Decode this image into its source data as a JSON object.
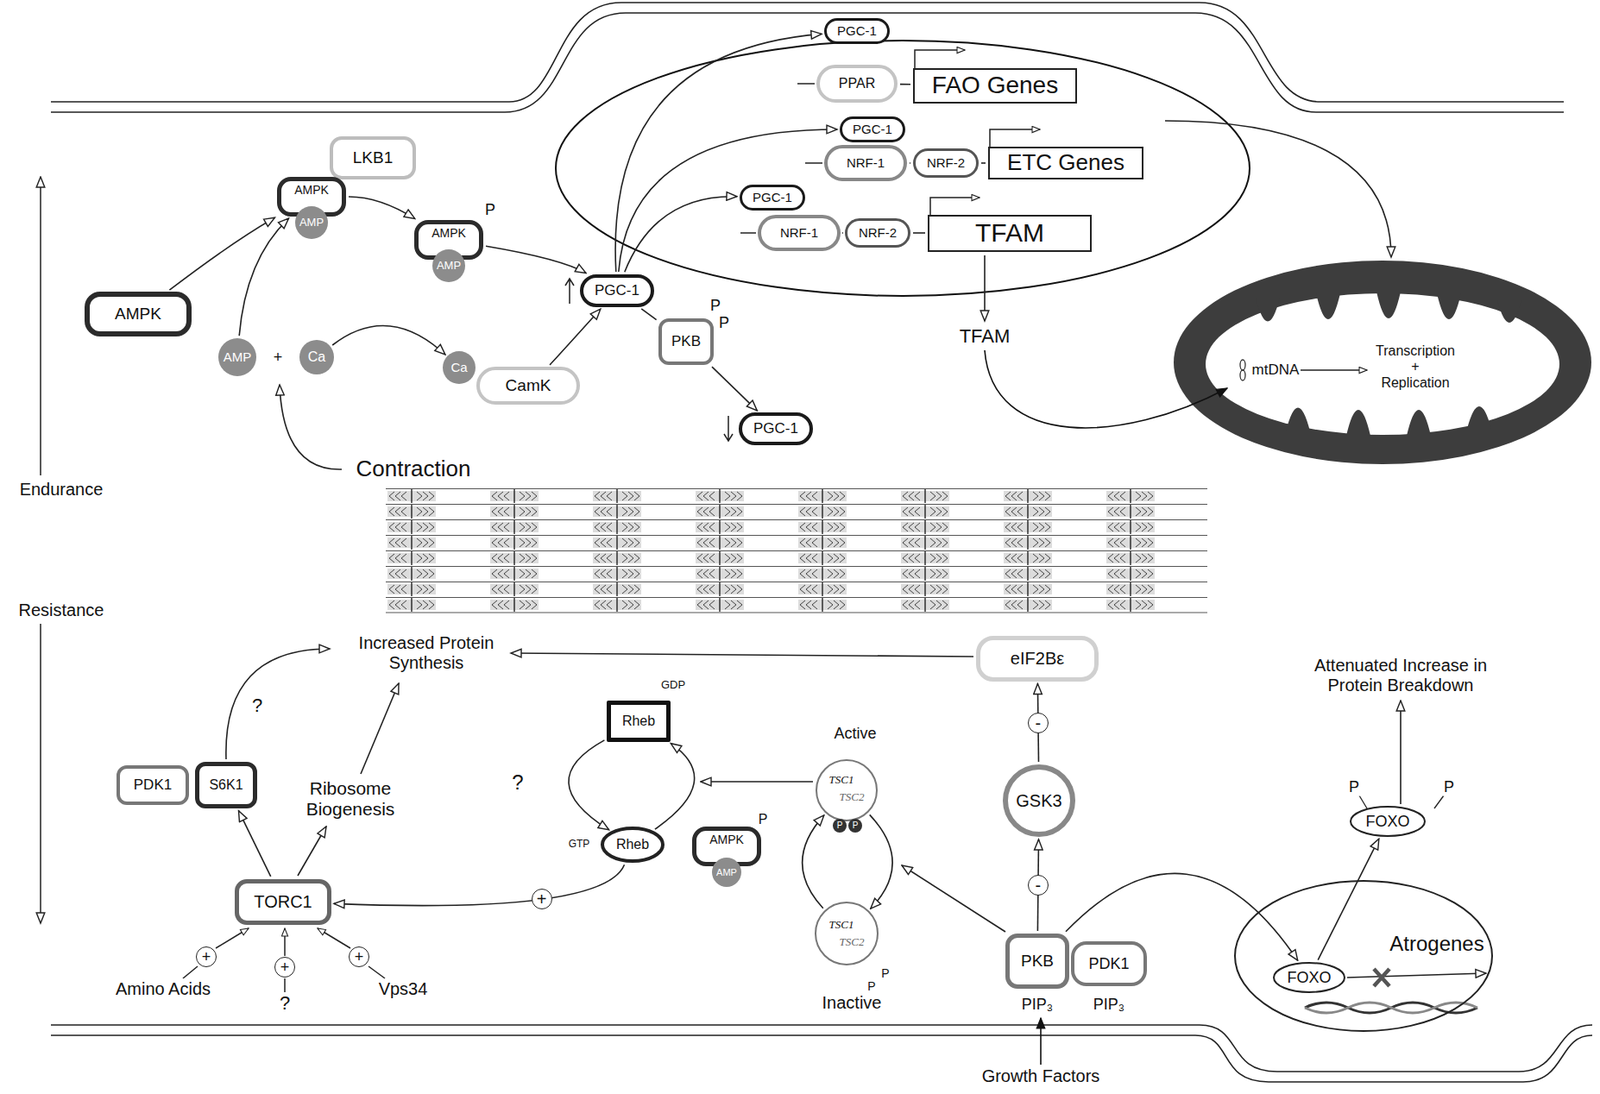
{
  "diagram": {
    "nodes": [
      {
        "text": [
          "LKB1"
        ]
      },
      {
        "text": [
          "AMPK"
        ]
      },
      {
        "text": [
          "AMP"
        ],
        "in": 1
      },
      {
        "text": [
          "AMPK"
        ]
      },
      {
        "text": [
          "AMP"
        ],
        "in": 3
      },
      {
        "text": [
          "AMPK"
        ]
      },
      {
        "text": [
          "AMP"
        ]
      },
      {
        "text": [
          "Ca"
        ]
      },
      {
        "text": [
          "Ca"
        ]
      },
      {
        "text": [
          "CamK"
        ]
      },
      {
        "text": [
          "PGC-1"
        ]
      },
      {
        "text": [
          "PKB"
        ]
      },
      {
        "text": [
          "PGC-1"
        ]
      },
      {
        "text": [
          "PGC-1"
        ]
      },
      {
        "text": [
          "PPAR"
        ]
      },
      {
        "text": [
          "FAO Genes"
        ]
      },
      {
        "text": [
          "PGC-1"
        ]
      },
      {
        "text": [
          "NRF-1"
        ]
      },
      {
        "text": [
          "NRF-2"
        ]
      },
      {
        "text": [
          "ETC Genes"
        ]
      },
      {
        "text": [
          "PGC-1"
        ]
      },
      {
        "text": [
          "NRF-1"
        ]
      },
      {
        "text": [
          "NRF-2"
        ]
      },
      {
        "text": [
          "TFAM"
        ]
      },
      {
        "text": [
          "eIF2Bε"
        ]
      },
      {
        "text": [
          "Rheb",
          "GDP"
        ]
      },
      {
        "text": [
          "Rheb",
          "GTP"
        ]
      },
      {
        "text": [
          "PDK1"
        ]
      },
      {
        "text": [
          "S6K1"
        ]
      },
      {
        "text": [
          "TORC1"
        ]
      },
      {
        "text": [
          "Active",
          "TSC1",
          "TSC2"
        ]
      },
      {
        "text": [
          "TSC1",
          "TSC2",
          "Inactive"
        ]
      },
      {
        "text": [
          "AMPK"
        ]
      },
      {
        "text": [
          "AMP"
        ],
        "in": 32
      },
      {
        "text": [
          "GSK3"
        ]
      },
      {
        "text": [
          "PKB",
          "PIP₃"
        ]
      },
      {
        "text": [
          "PDK1",
          "PIP₃"
        ]
      },
      {
        "text": [
          "FOXO"
        ]
      },
      {
        "text": [
          "Atrogenes"
        ]
      },
      {
        "text": [
          "FOXO"
        ],
        "in": 38
      }
    ],
    "edges": [
      {
        "from": 5,
        "to": 1,
        "arrow": "to"
      },
      {
        "from": 6,
        "to": 1,
        "arrow": "to"
      },
      {
        "from": 1,
        "to": 3,
        "arrow": "to"
      },
      {
        "from": 3,
        "to": 10,
        "arrow": "to"
      },
      {
        "from": 7,
        "to": 8,
        "arrow": "to"
      },
      {
        "from": 9,
        "to": 10,
        "arrow": "to"
      },
      {
        "from": 10,
        "to": 13,
        "arrow": "to"
      },
      {
        "from": 10,
        "to": 16,
        "arrow": "to"
      },
      {
        "from": 10,
        "to": 20,
        "arrow": "to"
      },
      {
        "from": 10,
        "to": 11,
        "arrow": "none"
      },
      {
        "from": 11,
        "to": 12,
        "arrow": "to"
      },
      {
        "from": 14,
        "to": 15,
        "arrow": "none"
      },
      {
        "from": 17,
        "to": 18,
        "arrow": "none"
      },
      {
        "from": 18,
        "to": 19,
        "arrow": "none"
      },
      {
        "from": 21,
        "to": 22,
        "arrow": "none"
      },
      {
        "from": 22,
        "to": 23,
        "arrow": "none"
      },
      {
        "from": 29,
        "to": 28,
        "arrow": "to"
      },
      {
        "from": 26,
        "to": 29,
        "arrow": "to",
        "label": "+"
      },
      {
        "from": 25,
        "to": 26,
        "arrow": "to"
      },
      {
        "from": 26,
        "to": 25,
        "arrow": "to"
      },
      {
        "from": 31,
        "to": 30,
        "arrow": "to"
      },
      {
        "from": 30,
        "to": 31,
        "arrow": "to"
      },
      {
        "from": 35,
        "to": 34,
        "arrow": "to",
        "label": "-"
      },
      {
        "from": 34,
        "to": 24,
        "arrow": "to",
        "label": "-"
      },
      {
        "from": 35,
        "to": 39,
        "arrow": "to"
      },
      {
        "from": 39,
        "to": 37,
        "arrow": "to"
      }
    ],
    "labels": [
      "Endurance",
      "Resistance",
      "Contraction",
      "+",
      "P",
      "P",
      "P",
      "TFAM",
      "mtDNA",
      "Transcription + Replication",
      "Increased Protein Synthesis",
      "?",
      "Ribosome Biogenesis",
      "?",
      "P",
      "P",
      "P",
      "P",
      "P",
      "+",
      "+",
      "+",
      "Amino Acids",
      "?",
      "Vps34",
      "Growth Factors",
      "Attenuated Increase in Protein Breakdown",
      "P",
      "P"
    ]
  }
}
